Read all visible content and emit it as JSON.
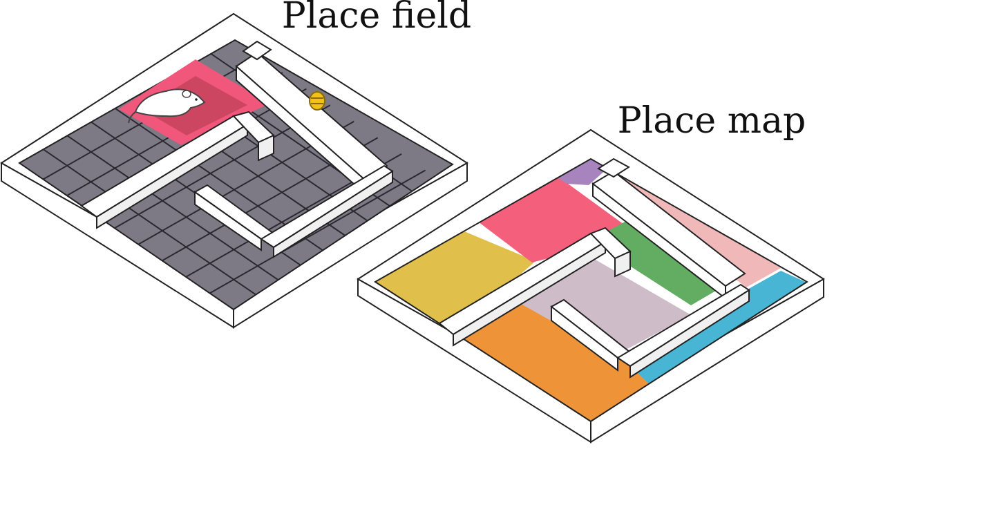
{
  "place_field": {
    "title": "Place field",
    "floor_color": "#7d7a85",
    "grid_line_color": "#2a2830",
    "field_color": "#f0577a",
    "field_core_color": "#c8455f",
    "rat_color": "#ffffff",
    "reward_color": "#f2c21a",
    "wall_color": "#ffffff"
  },
  "place_map": {
    "title": "Place map",
    "wall_color": "#ffffff",
    "regions": [
      {
        "name": "purple",
        "color": "#a784be"
      },
      {
        "name": "pink-red",
        "color": "#f4607c"
      },
      {
        "name": "light-pink",
        "color": "#f0b8b9"
      },
      {
        "name": "yellow",
        "color": "#e0bf4a"
      },
      {
        "name": "green",
        "color": "#63ad62"
      },
      {
        "name": "lavender",
        "color": "#cfbcc9"
      },
      {
        "name": "blue",
        "color": "#47b5d3"
      },
      {
        "name": "orange",
        "color": "#ee9338"
      }
    ]
  }
}
